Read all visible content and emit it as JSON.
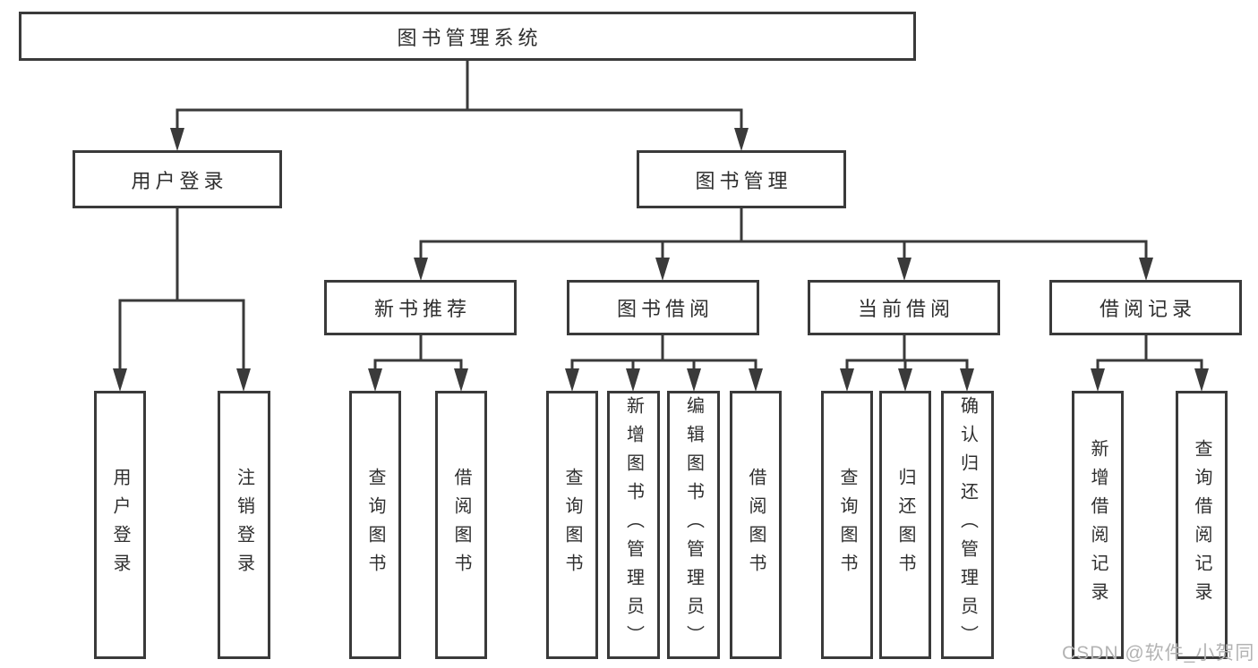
{
  "colors": {
    "line": "#3a3a3a",
    "text": "#2f2f2f",
    "box_fill": "#ffffff",
    "background": "#ffffff",
    "watermark": "#b3b3b3"
  },
  "watermark": {
    "text": "CSDN @软件_小贺同学"
  },
  "tree": {
    "root": {
      "label": "图书管理系统"
    },
    "level2": [
      {
        "label": "用户登录",
        "children": [
          {
            "label": "用户登录"
          },
          {
            "label": "注销登录"
          }
        ]
      },
      {
        "label": "图书管理",
        "children": [
          {
            "label": "新书推荐",
            "children": [
              {
                "label": "查询图书"
              },
              {
                "label": "借阅图书"
              }
            ]
          },
          {
            "label": "图书借阅",
            "children": [
              {
                "label": "查询图书"
              },
              {
                "label": "新增图书（管理员）"
              },
              {
                "label": "编辑图书（管理员）"
              },
              {
                "label": "借阅图书"
              }
            ]
          },
          {
            "label": "当前借阅",
            "children": [
              {
                "label": "查询图书"
              },
              {
                "label": "归还图书"
              },
              {
                "label": "确认归还（管理员）"
              }
            ]
          },
          {
            "label": "借阅记录",
            "children": [
              {
                "label": "新增借阅记录"
              },
              {
                "label": "查询借阅记录"
              }
            ]
          }
        ]
      }
    ]
  }
}
